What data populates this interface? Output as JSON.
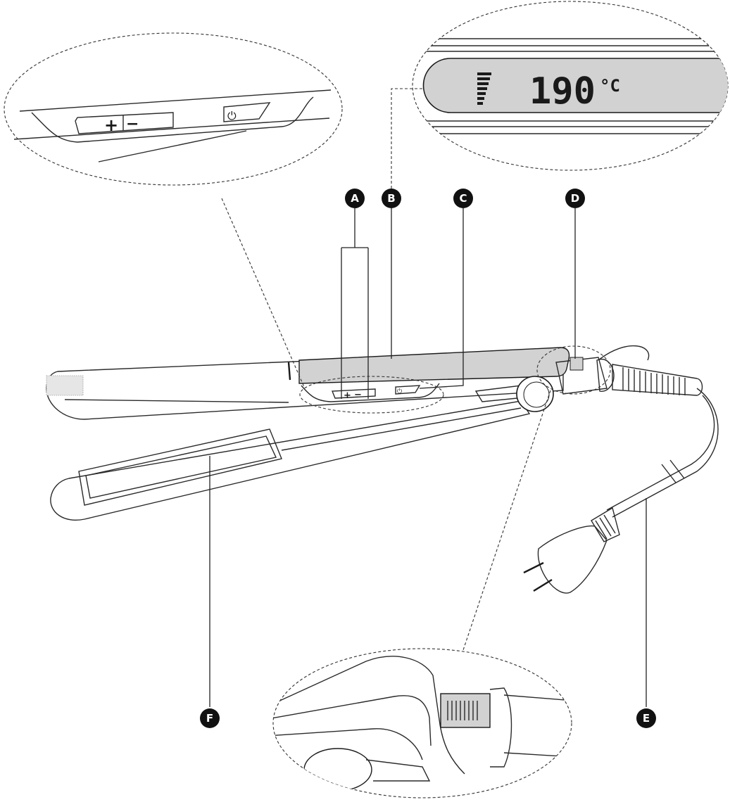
{
  "callouts": [
    {
      "letter": "A"
    },
    {
      "letter": "B"
    },
    {
      "letter": "C"
    },
    {
      "letter": "D"
    },
    {
      "letter": "E"
    },
    {
      "letter": "F"
    }
  ],
  "zoom_panel_controls": {
    "plus_symbol": "+",
    "minus_symbol": "−",
    "power_symbol": "⏻"
  },
  "zoom_panel_display": {
    "temperature": "190",
    "unit": "°C"
  },
  "device_controls": {
    "plus_symbol": "+",
    "minus_symbol": "−",
    "power_symbol": "⏻"
  },
  "colors": {
    "display_fill": "#d2d2d2",
    "ink": "#1a1a1a",
    "callout_fill": "#111111"
  }
}
